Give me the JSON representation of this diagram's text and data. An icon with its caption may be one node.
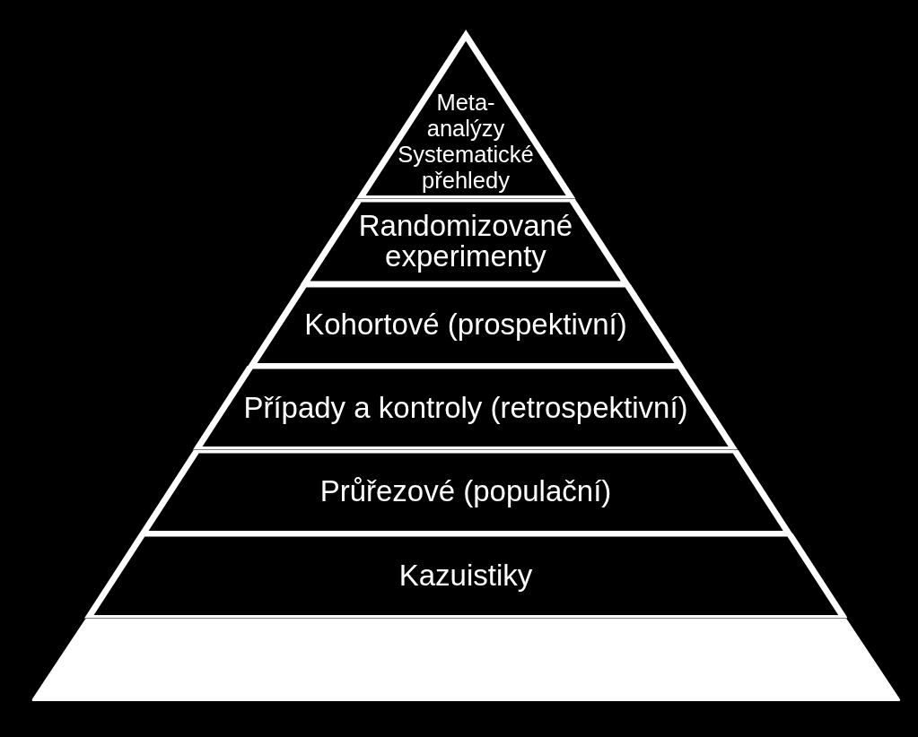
{
  "diagram": {
    "nodes": [
      {
        "text": [
          "Meta-analýzy",
          "Systematické přehledy"
        ]
      },
      {
        "text": [
          "Randomizované experimenty"
        ]
      },
      {
        "text": [
          "Kohortové (prospektivní)"
        ]
      },
      {
        "text": [
          "Případy a kontroly (retrospektivní)"
        ]
      },
      {
        "text": [
          "Průřezové (populační)"
        ]
      },
      {
        "text": [
          "Kazuistiky"
        ]
      },
      {
        "text": [],
        "shape": "band"
      }
    ]
  }
}
